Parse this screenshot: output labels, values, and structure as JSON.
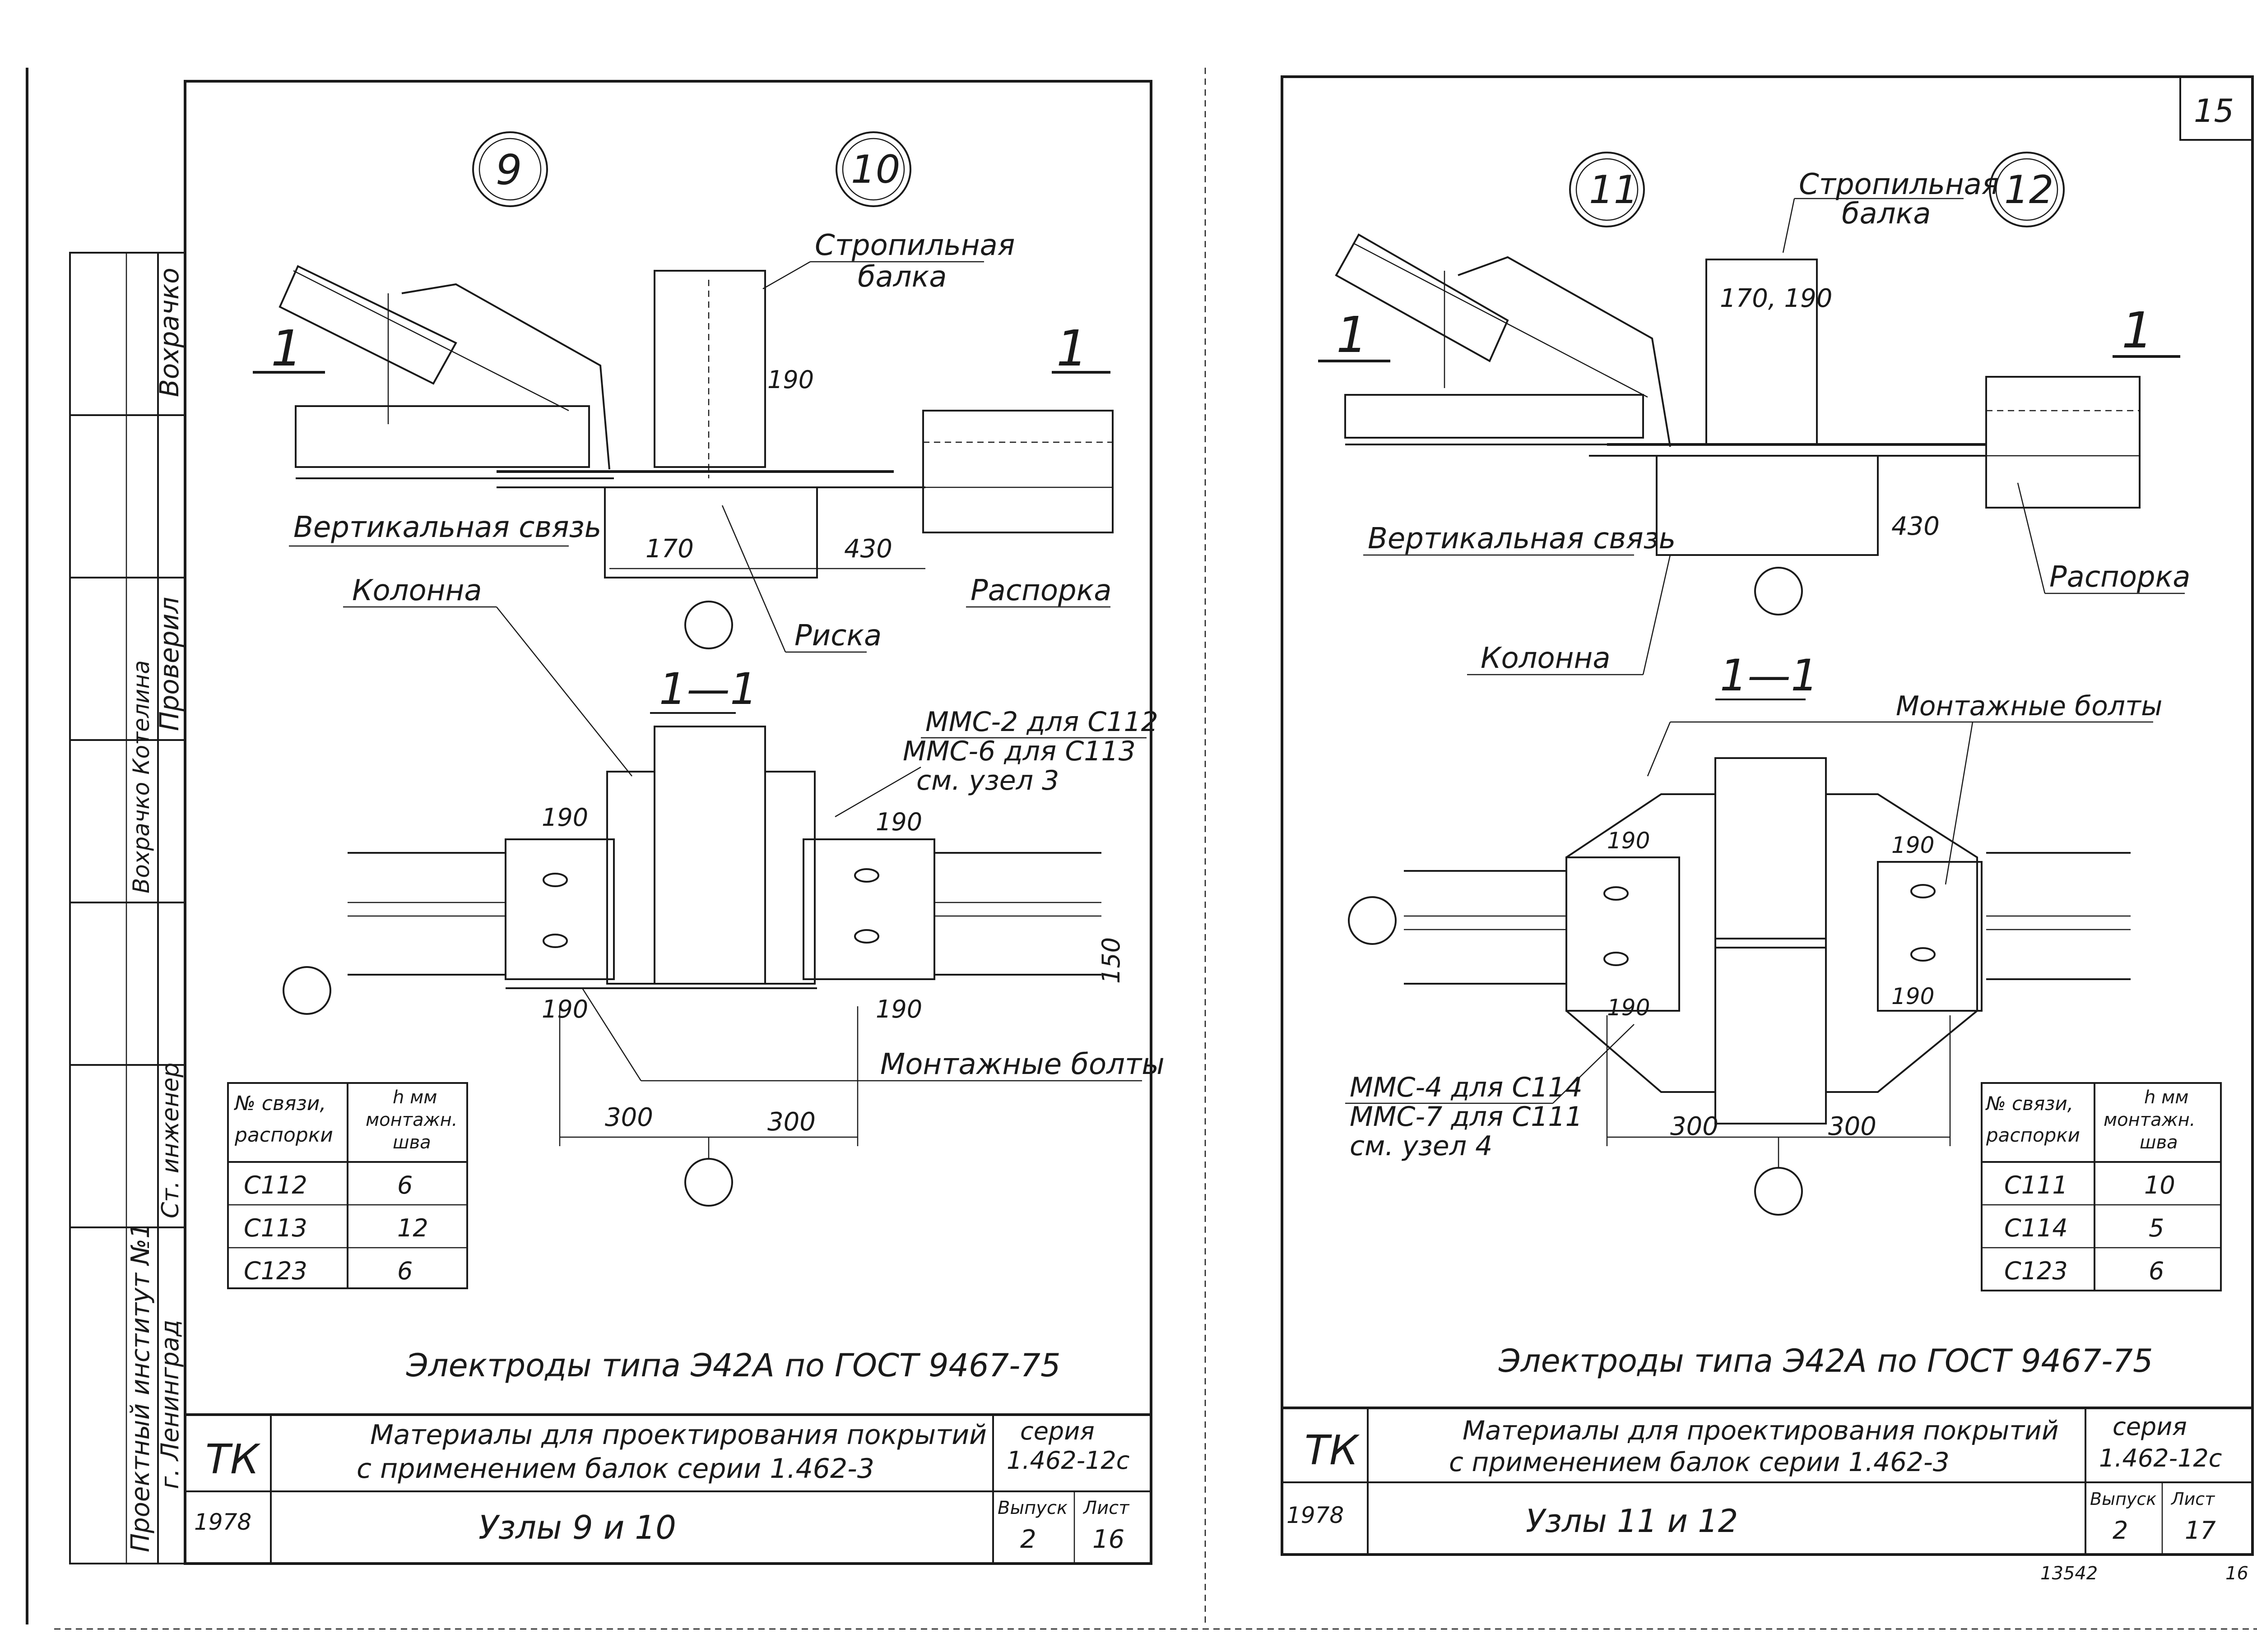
{
  "left_sheet": {
    "node_a": "9",
    "node_b": "10",
    "label_rafter_beam_1": "Стропильная",
    "label_rafter_beam_2": "балка",
    "label_vertical_brace": "Вертикальная связь",
    "label_column": "Колонна",
    "label_strut": "Распорка",
    "label_mark": "Риска",
    "section_mark": "1",
    "section_title": "1—1",
    "dim_190_top": "190",
    "dim_170": "170",
    "dim_430": "430",
    "weld_note_1": "ММС-2 для С112",
    "weld_note_2": "ММС-6 для С113",
    "weld_note_3": "см. узел 3",
    "dim_190_a": "190",
    "dim_190_b": "190",
    "dim_190_c": "190",
    "dim_190_d": "190",
    "dim_150": "150",
    "label_bolts": "Монтажные болты",
    "dim_300_a": "300",
    "dim_300_b": "300",
    "table": {
      "header_1a": "№ связи,",
      "header_1b": "распорки",
      "header_2a": "h мм",
      "header_2b": "монтажн.",
      "header_2c": "шва",
      "rows": [
        {
          "id": "С112",
          "h": "6"
        },
        {
          "id": "С113",
          "h": "12"
        },
        {
          "id": "С123",
          "h": "6"
        }
      ]
    },
    "electrodes_note": "Электроды типа Э42А по ГОСТ 9467-75",
    "stamp": {
      "tk": "ТК",
      "title_1": "Материалы для проектирования покрытий",
      "title_2": "с применением балок серии 1.462-3",
      "series_label": "серия",
      "series_value": "1.462-12с",
      "year": "1978",
      "nodes": "Узлы 9 и 10",
      "issue_label": "Выпуск",
      "issue_value": "2",
      "sheet_label": "Лист",
      "sheet_value": "16"
    },
    "side_stamp": {
      "row_1": "Вохрачко",
      "row_2": "Проверил",
      "row_3": "Вохрачко Котелина",
      "row_4": "Ст. инженер",
      "row_5": "Проектный институт №1",
      "row_6": "г. Ленинград"
    }
  },
  "right_sheet": {
    "page_number": "15",
    "node_a": "11",
    "node_b": "12",
    "label_rafter_beam_1": "Стропильная",
    "label_rafter_beam_2": "балка",
    "dim_170_190": "170, 190",
    "label_vertical_brace": "Вертикальная связь",
    "label_column": "Колонна",
    "label_strut": "Распорка",
    "section_mark": "1",
    "section_title": "1—1",
    "dim_430": "430",
    "label_bolts": "Монтажные болты",
    "dim_190_a": "190",
    "dim_190_b": "190",
    "dim_190_c": "190",
    "dim_190_d": "190",
    "weld_note_1": "ММС-4 для С114",
    "weld_note_2": "ММС-7 для С111",
    "weld_note_3": "см. узел 4",
    "dim_300_a": "300",
    "dim_300_b": "300",
    "table": {
      "header_1a": "№ связи,",
      "header_1b": "распорки",
      "header_2a": "h мм",
      "header_2b": "монтажн.",
      "header_2c": "шва",
      "rows": [
        {
          "id": "С111",
          "h": "10"
        },
        {
          "id": "С114",
          "h": "5"
        },
        {
          "id": "С123",
          "h": "6"
        }
      ]
    },
    "electrodes_note": "Электроды типа Э42А по ГОСТ 9467-75",
    "stamp": {
      "tk": "ТК",
      "title_1": "Материалы для проектирования покрытий",
      "title_2": "с применением балок серии 1.462-3",
      "series_label": "серия",
      "series_value": "1.462-12с",
      "year": "1978",
      "nodes": "Узлы 11 и 12",
      "issue_label": "Выпуск",
      "issue_value": "2",
      "sheet_label": "Лист",
      "sheet_value": "17"
    },
    "footer_code": "13542",
    "footer_page": "16"
  }
}
